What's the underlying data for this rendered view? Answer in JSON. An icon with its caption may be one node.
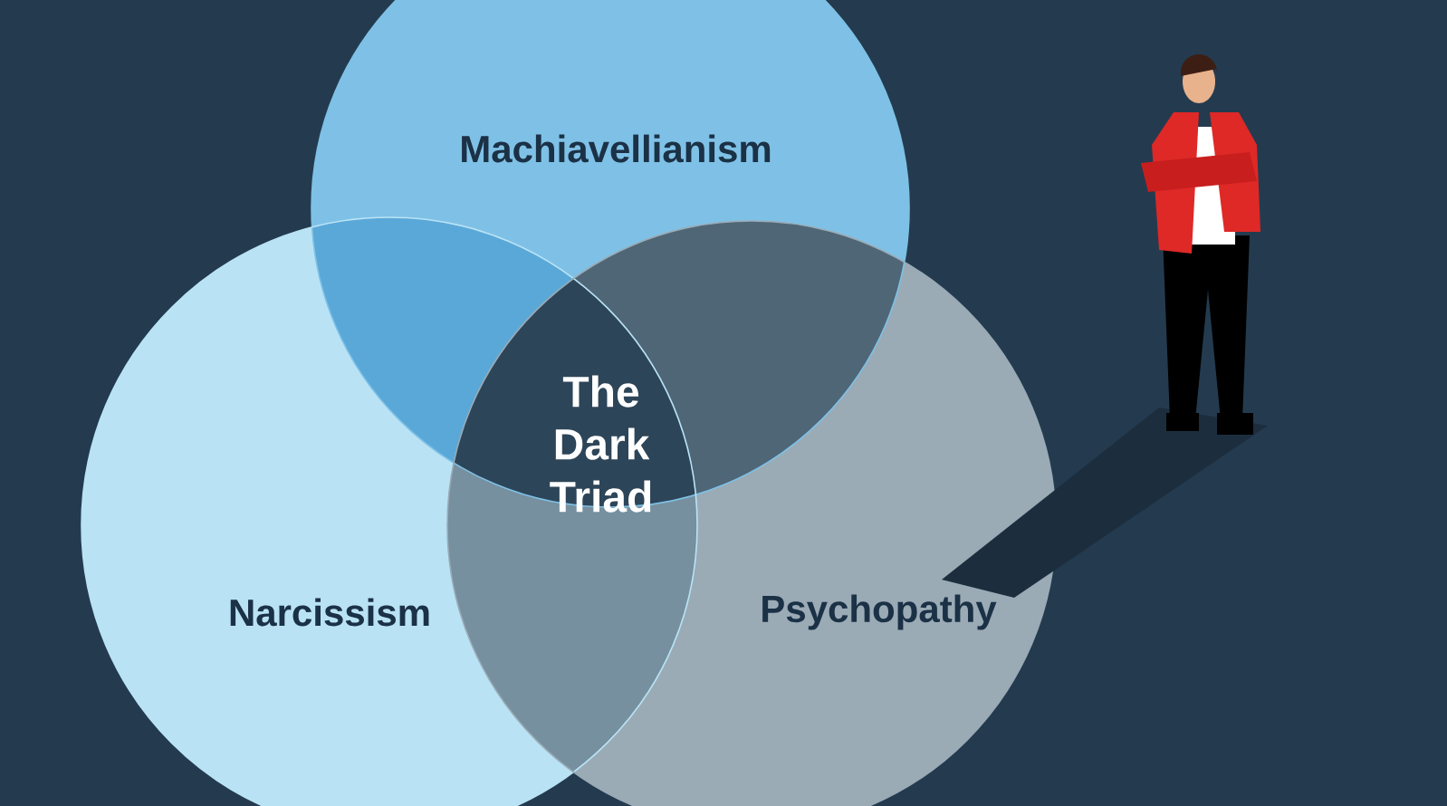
{
  "diagram": {
    "nodes": [
      {
        "text": [
          "Machiavellianism"
        ]
      },
      {
        "text": [
          "Narcissism"
        ]
      },
      {
        "text": [
          "Psychopathy"
        ]
      }
    ],
    "labels": [
      "The Dark Triad"
    ]
  }
}
